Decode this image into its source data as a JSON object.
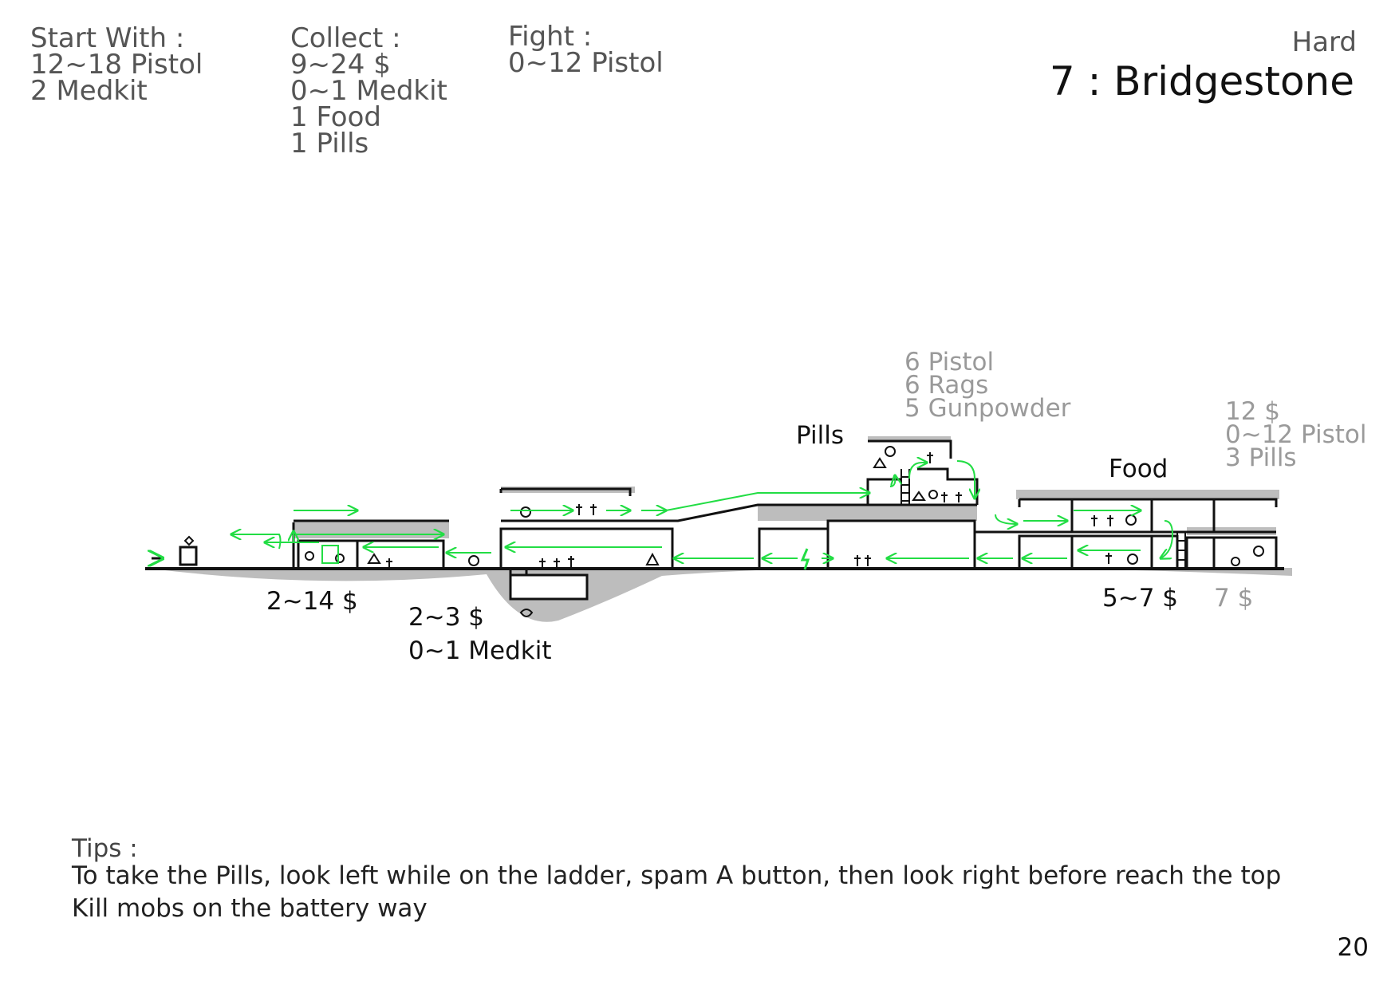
{
  "header": {
    "start_with": {
      "title": "Start With :",
      "items": [
        "12~18 Pistol",
        "2 Medkit"
      ]
    },
    "collect": {
      "title": "Collect :",
      "items": [
        "9~24 $",
        "0~1 Medkit",
        "1 Food",
        "1 Pills"
      ]
    },
    "fight": {
      "title": "Fight :",
      "items": [
        "0~12 Pistol"
      ]
    },
    "difficulty": "Hard",
    "level_title": "7 : Bridgestone"
  },
  "map": {
    "labels": {
      "pills": "Pills",
      "food": "Food",
      "money_left": "2~14 $",
      "basement_money": "2~3 $",
      "basement_medkit": "0~1 Medkit",
      "money_right": "5~7 $",
      "money_far_right": "7 $"
    },
    "loot_top": [
      "6 Pistol",
      "6 Rags",
      "5 Gunpowder"
    ],
    "loot_right": [
      "12 $",
      "0~12 Pistol",
      "3 Pills"
    ],
    "colors": {
      "path": "#22dd44",
      "shade": "#bdbdbd",
      "wall": "#111111",
      "grey_text": "#9a9a9a"
    }
  },
  "tips": {
    "heading": "Tips :",
    "lines": [
      "To take the Pills, look left while on the ladder, spam A button, then look right before reach the top",
      "Kill mobs on the battery way"
    ]
  },
  "page_number": "20"
}
